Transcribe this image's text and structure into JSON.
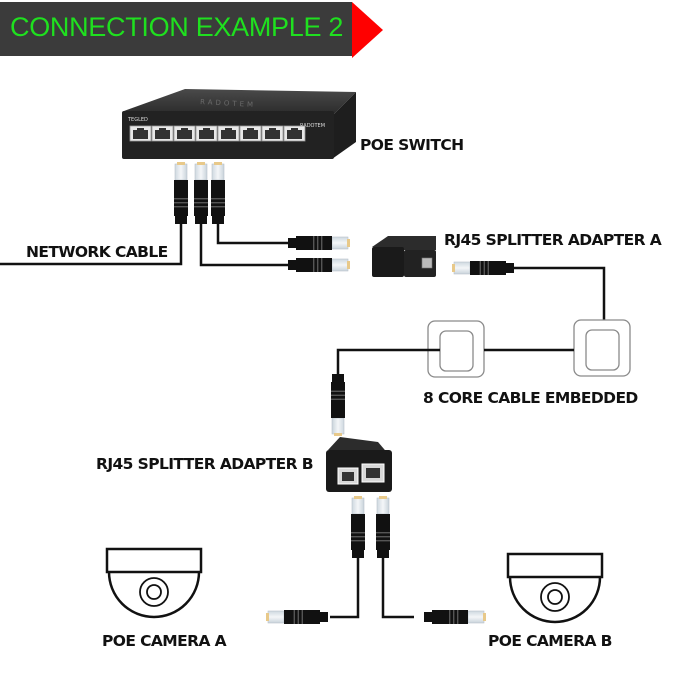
{
  "banner": {
    "title": "CONNECTION EXAMPLE 2",
    "background_color": "#3b3b3b",
    "text_color": "#1fe01f",
    "arrow_color": "#ff0000"
  },
  "components": {
    "poe_switch": {
      "label": "POE SWITCH",
      "brand_left": "TEGLED",
      "brand_right": "RADOTEM",
      "port_count": 8
    },
    "network_cable": {
      "label": "NETWORK CABLE"
    },
    "splitter_a": {
      "label": "RJ45 SPLITTER ADAPTER A"
    },
    "wall_plates": {
      "label": "8 CORE CABLE EMBEDDED"
    },
    "splitter_b": {
      "label": "RJ45 SPLITTER ADAPTER B"
    },
    "camera_a": {
      "label": "POE CAMERA  A"
    },
    "camera_b": {
      "label": "POE CAMERA  B"
    }
  }
}
